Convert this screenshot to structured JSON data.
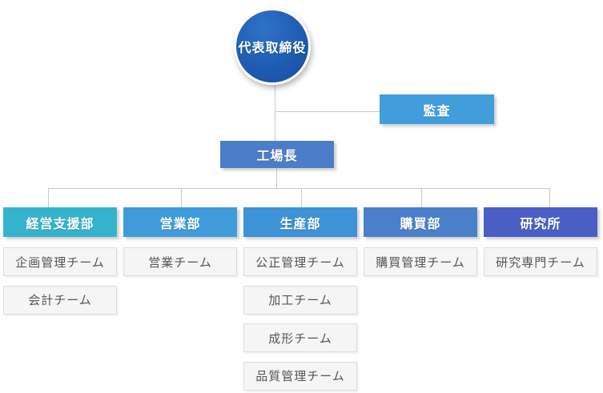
{
  "page": {
    "background": "#ffffff",
    "connector_color": "#c9c9c9"
  },
  "org": {
    "root": {
      "label": "代表取締役",
      "colors": {
        "top": "#2f73c6",
        "mid": "#1e5bb0",
        "bottom": "#174e9f"
      }
    },
    "audit": {
      "label": "監査",
      "color": "#419ddb"
    },
    "manager": {
      "label": "工場長",
      "color": "#4b7dc8"
    },
    "departments": [
      {
        "label": "経営支援部",
        "color": "#36b3cc",
        "teams": [
          "企画管理チーム",
          "会計チーム"
        ]
      },
      {
        "label": "営業部",
        "color": "#3f9bda",
        "teams": [
          "営業チーム"
        ]
      },
      {
        "label": "生産部",
        "color": "#3e92d6",
        "teams": [
          "公正管理チーム",
          "加工チーム",
          "成形チーム",
          "品質管理チーム"
        ]
      },
      {
        "label": "購買部",
        "color": "#4a80ca",
        "teams": [
          "購買管理チーム"
        ]
      },
      {
        "label": "研究所",
        "color": "#4a5ec6",
        "teams": [
          "研究専門チーム"
        ]
      }
    ]
  }
}
